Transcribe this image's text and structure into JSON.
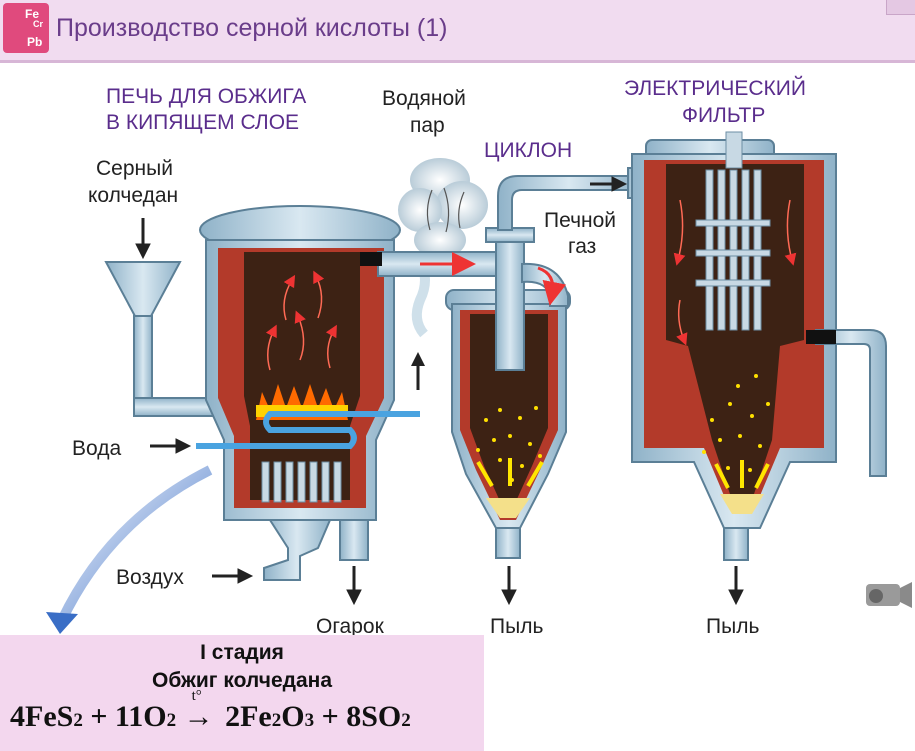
{
  "header": {
    "title": "Производство серной кислоты (1)"
  },
  "logo": {
    "fe": "Fe",
    "cr": "Cr",
    "pb": "Pb"
  },
  "labels": {
    "furnace_line1": "ПЕЧЬ ДЛЯ ОБЖИГА",
    "furnace_line2": "В КИПЯЩЕМ СЛОЕ",
    "steam_line1": "Водяной",
    "steam_line2": "пар",
    "cyclone": "ЦИКЛОН",
    "filter_line1": "ЭЛЕКТРИЧЕСКИЙ",
    "filter_line2": "ФИЛЬТР",
    "pyrite_line1": "Серный",
    "pyrite_line2": "колчедан",
    "furnace_gas_line1": "Печной",
    "furnace_gas_line2": "газ",
    "water": "Вода",
    "air": "Воздух",
    "cinder": "Огарок",
    "dust1": "Пыль",
    "dust2": "Пыль"
  },
  "equation": {
    "stage": "I стадия",
    "stage_name": "Обжиг колчедана",
    "lhs1": "4FeS",
    "lhs1_sub": "2",
    "plus1": " + 11O",
    "plus1_sub": "2",
    "arrow": "→",
    "temp": "t°",
    "rhs1": "2Fe",
    "rhs1_sub1": "2",
    "rhs1_mid": "O",
    "rhs1_sub2": "3",
    "plus2": " + 8SO",
    "plus2_sub": "2"
  },
  "colors": {
    "shell": "#a8c4d6",
    "lining": "#b33a2a",
    "interior": "#3d2214",
    "flame": "#ff6a00",
    "header_bg": "#f1dcf0",
    "title": "#6a3d8a"
  },
  "icons": [
    "camera-icon",
    "down-arrow-icon",
    "right-arrow-icon"
  ]
}
